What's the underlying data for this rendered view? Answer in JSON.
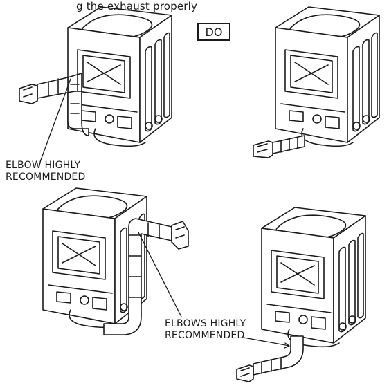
{
  "header": {
    "text": "g the exhaust  properly"
  },
  "badge": {
    "label": "DO"
  },
  "callouts": {
    "top_left": {
      "line1": "ELBOW HIGHLY",
      "line2": "RECOMMENDED"
    },
    "bottom": {
      "line1": "ELBOWS HIGHLY",
      "line2": "RECOMMENDED"
    }
  },
  "colors": {
    "ink": "#1a1a1a",
    "background": "#ffffff"
  }
}
